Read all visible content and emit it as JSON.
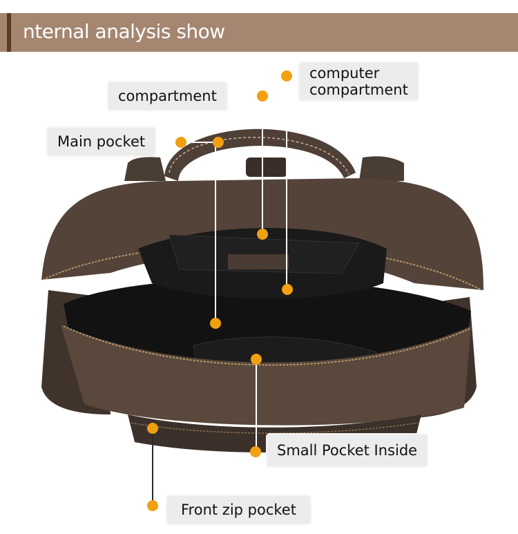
{
  "header": {
    "title": "nternal analysis show"
  },
  "labels": {
    "computer_compartment": [
      "computer",
      "compartment"
    ],
    "compartment": "compartment",
    "main_pocket": "Main pocket",
    "small_pocket_inside": "Small Pocket Inside",
    "front_zip_pocket": "Front zip pocket"
  },
  "colors": {
    "header_bg": "#a48671",
    "header_accent": "#5a3a26",
    "dot": "#f0a010",
    "label_bg": "#ececec",
    "leather": "#4a3c33"
  }
}
